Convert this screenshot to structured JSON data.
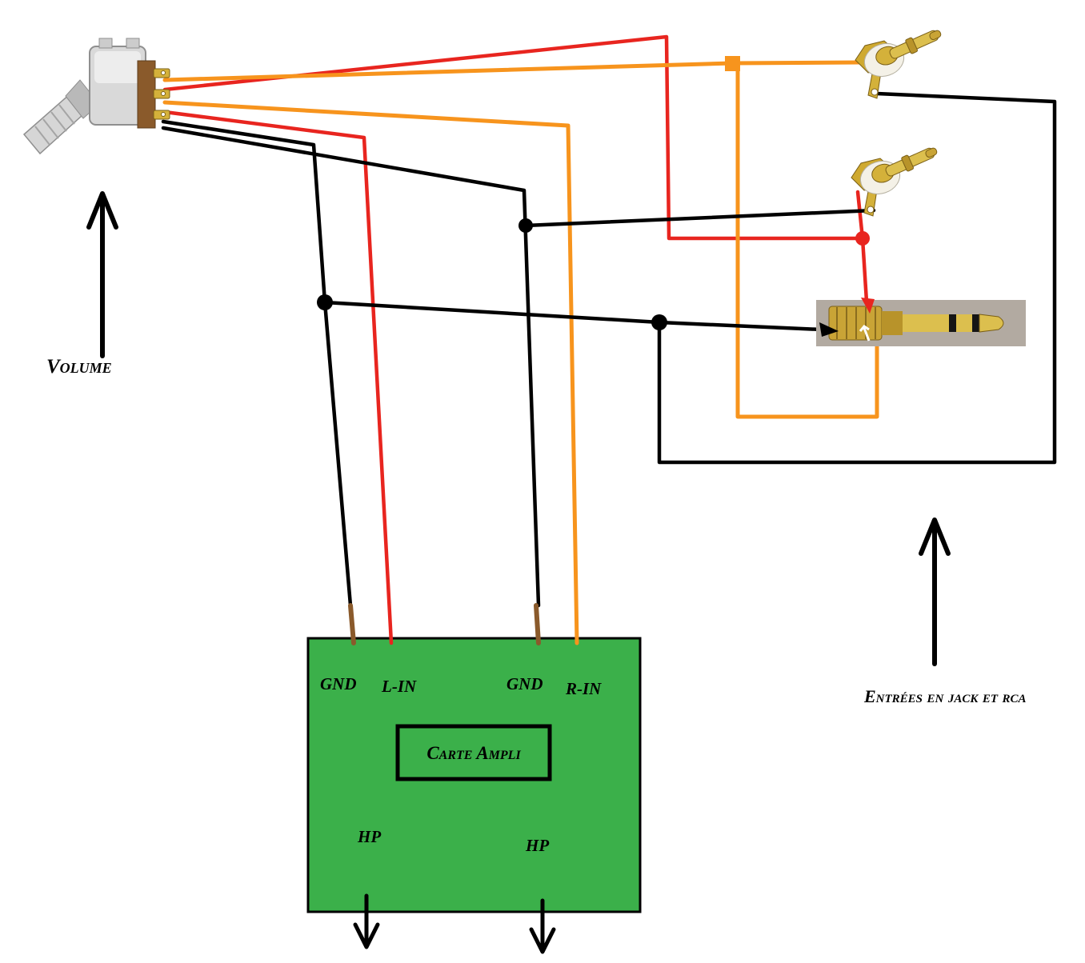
{
  "labels": {
    "volume": "Volume",
    "inputs_caption": "Entrées en jack et rca",
    "board_title": "Carte Ampli",
    "gnd_left": "GND",
    "l_in": "L-IN",
    "gnd_right": "GND",
    "r_in": "R-IN",
    "hp_left": "HP",
    "hp_right": "HP"
  },
  "colors": {
    "wire_red": "#e8251f",
    "wire_orange": "#f7941d",
    "wire_black": "#000000",
    "wire_tip_brown": "#8a5a2b",
    "board_green": "#3bb04a",
    "gold": "#d4b13a",
    "photo_background": "#b2aaa1",
    "background": "#ffffff"
  }
}
